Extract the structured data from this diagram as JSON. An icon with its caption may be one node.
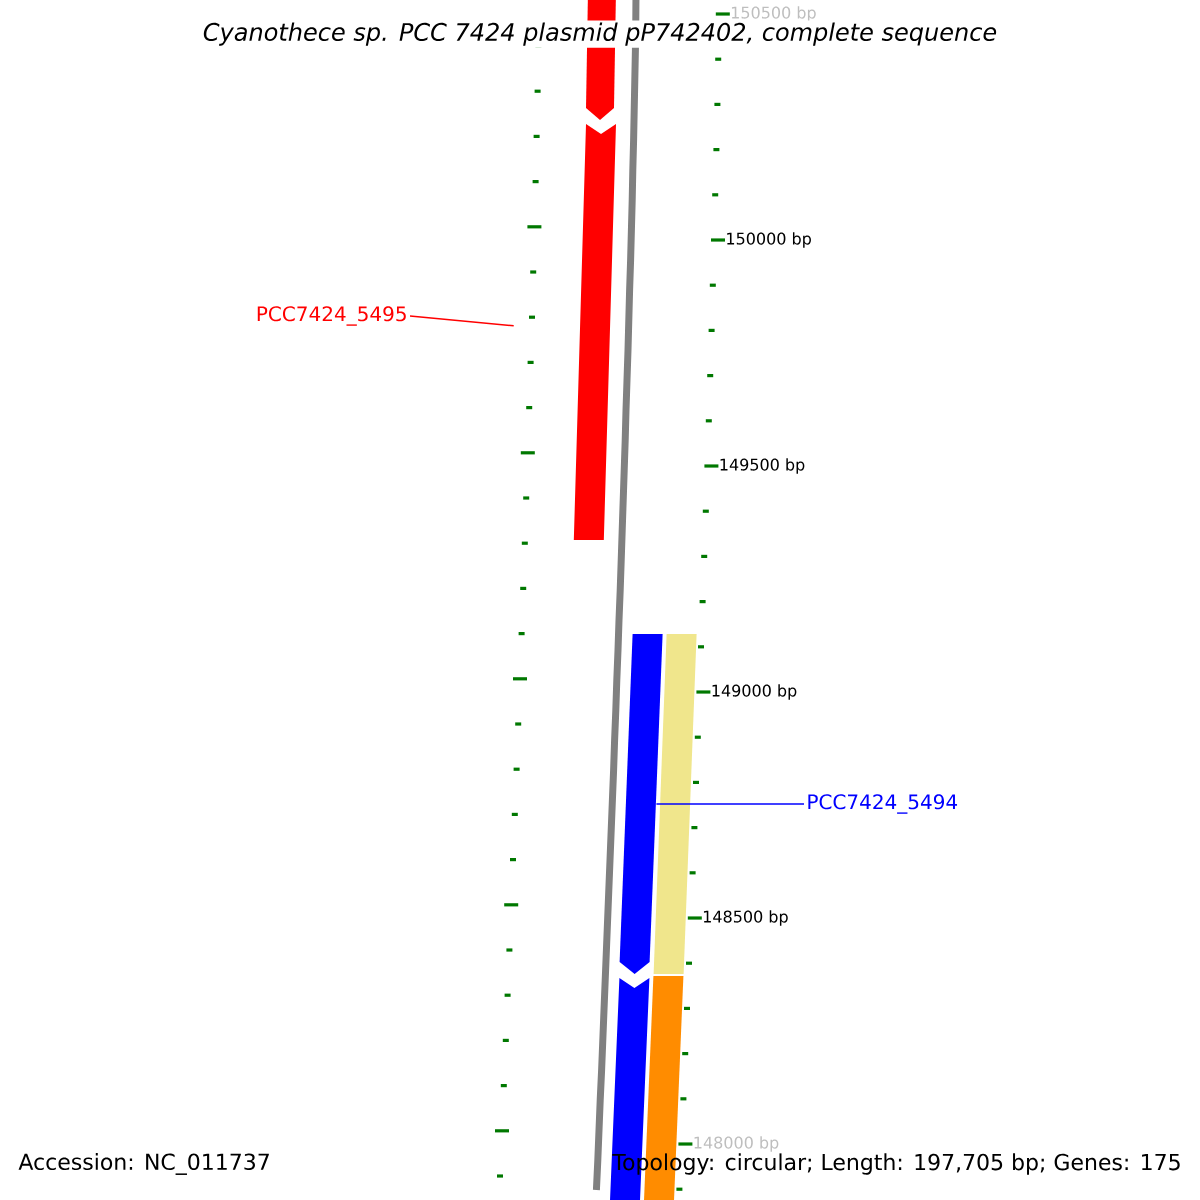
{
  "diagram": {
    "title": "Cyanothece sp. PCC 7424 plasmid pP742402, complete sequence",
    "nodes": [
      {
        "text": [],
        "shape": "bar"
      },
      {
        "text": [],
        "shape": "bar"
      },
      {
        "text": [],
        "shape": "bar"
      },
      {
        "text": [],
        "shape": "bar"
      },
      {
        "text": [],
        "shape": "bar"
      },
      {
        "text": [],
        "shape": "bar"
      },
      {
        "text": [
          "PCC7424_5495"
        ]
      },
      {
        "text": [
          "PCC7424_5494"
        ]
      }
    ],
    "edges": [
      {
        "from": 6,
        "to": 1,
        "arrow": "none",
        "color": "#ff0000"
      },
      {
        "from": 7,
        "to": 2,
        "arrow": "none",
        "color": "#0000ff"
      }
    ],
    "labels": [
      "150500 bp",
      "150000 bp",
      "149500 bp",
      "149000 bp",
      "148500 bp",
      "148000 bp",
      "Accession: NC_011737",
      "Topology: circular; Length: 197,705 bp; Genes: 175"
    ]
  }
}
